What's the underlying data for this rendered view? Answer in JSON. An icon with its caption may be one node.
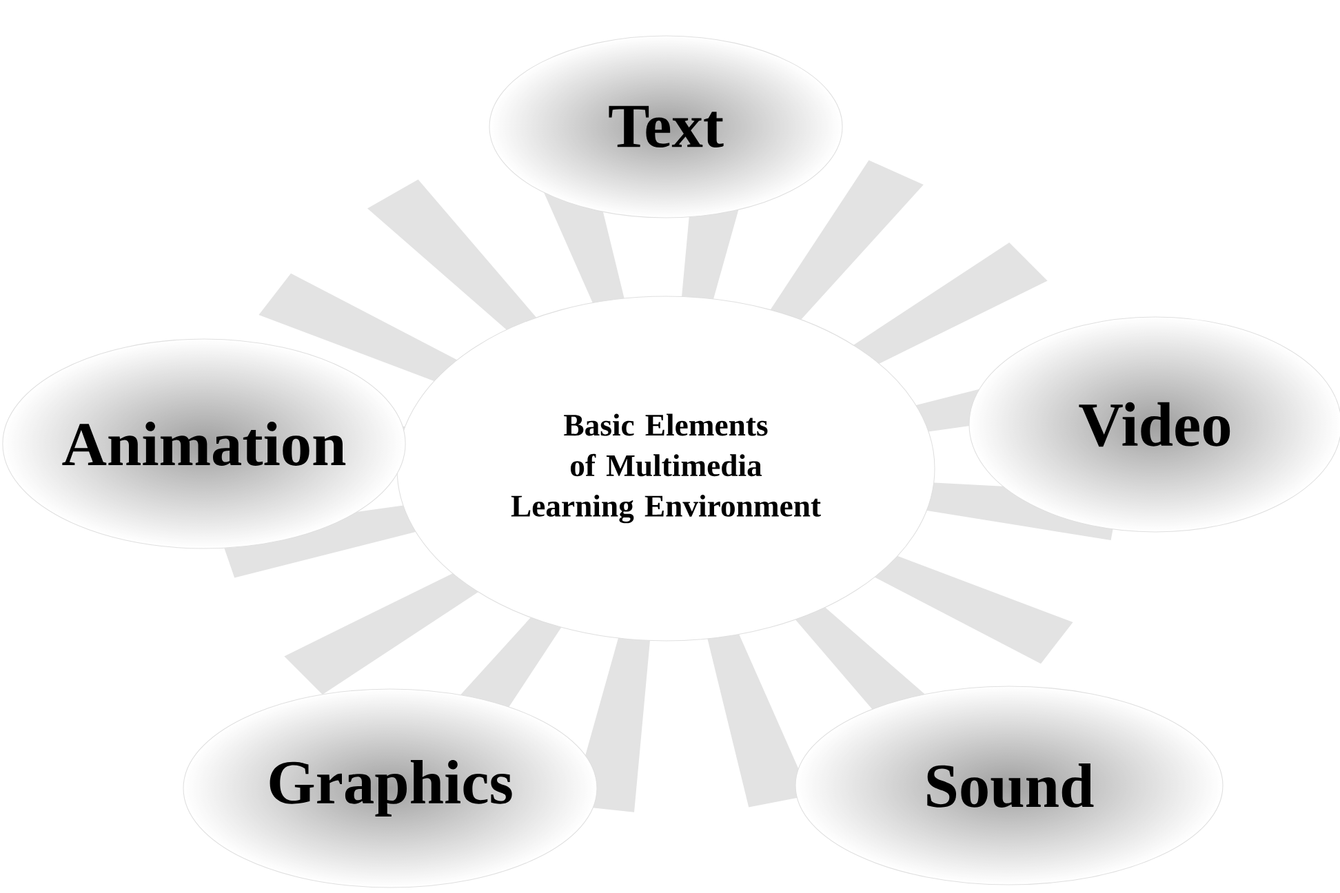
{
  "diagram": {
    "nodes": [
      {
        "text": [
          "Basic Elements of Multimedia Learning Environment"
        ]
      },
      {
        "text": [
          "Text"
        ]
      },
      {
        "text": [
          "Video"
        ]
      },
      {
        "text": [
          "Sound"
        ]
      },
      {
        "text": [
          "Graphics"
        ]
      },
      {
        "text": [
          "Animation"
        ]
      }
    ]
  }
}
